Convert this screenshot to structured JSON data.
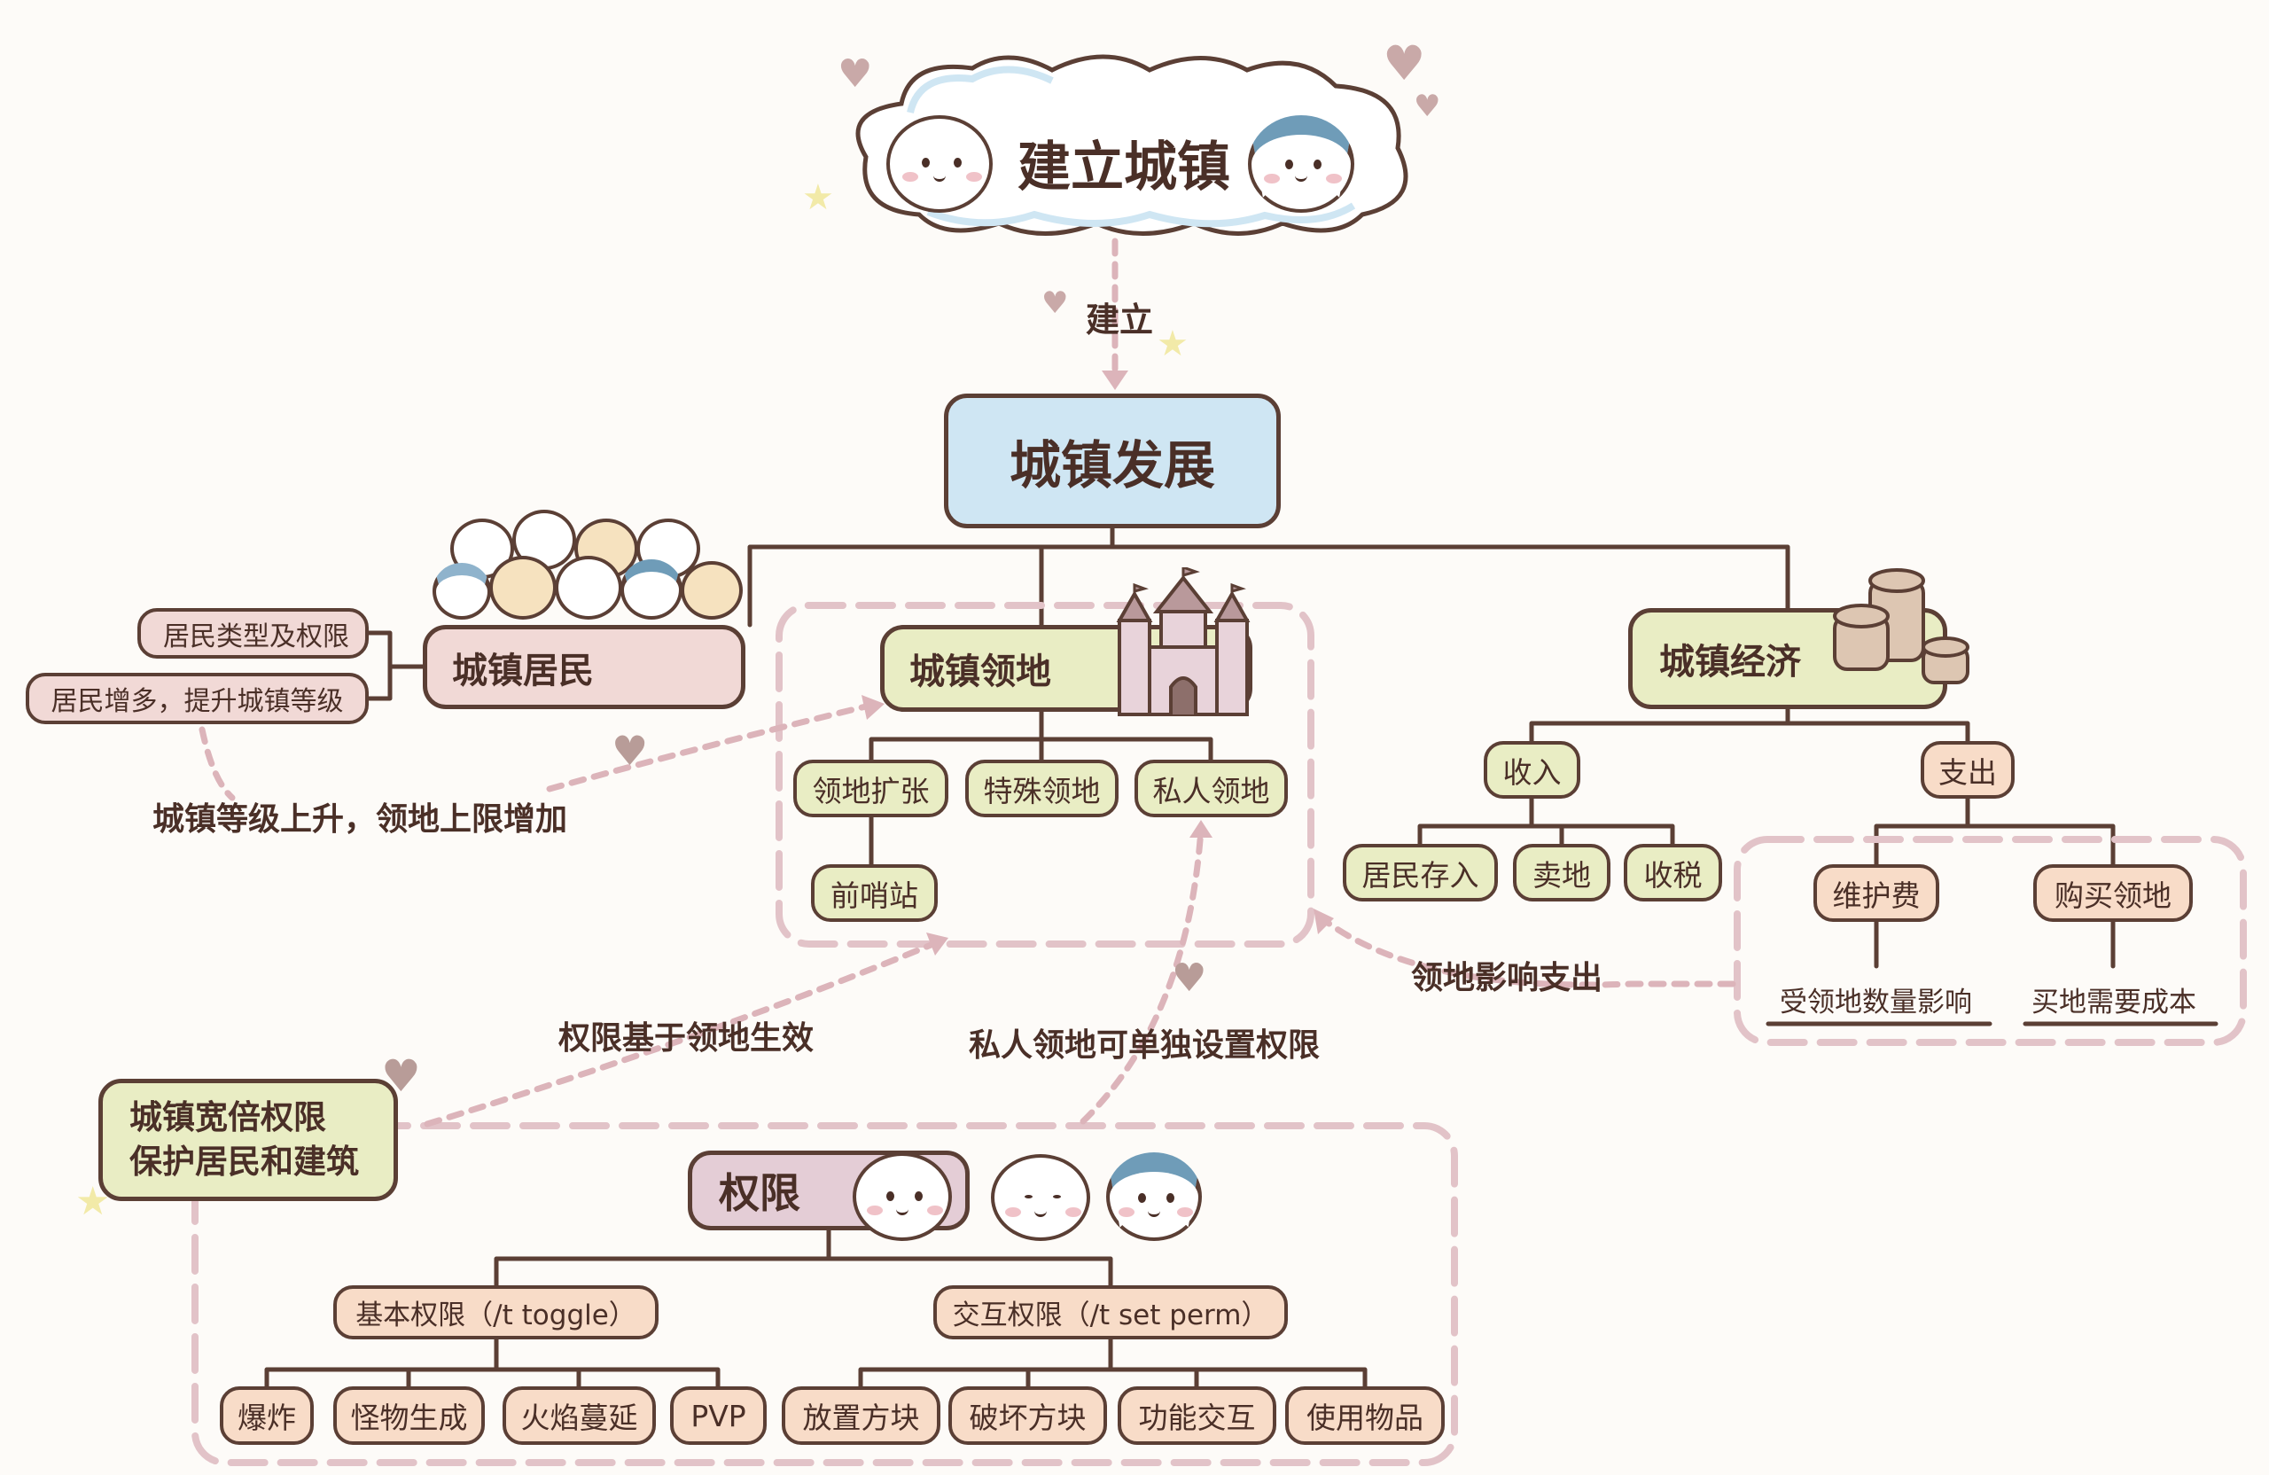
{
  "title": "建立城镇",
  "edge_label_build": "建立",
  "root": "城镇发展",
  "residents": {
    "title": "城镇居民",
    "items": [
      "居民类型及权限",
      "居民增多，提升城镇等级"
    ],
    "note": "城镇等级上升，领地上限增加"
  },
  "territory": {
    "title": "城镇领地",
    "children": [
      "领地扩张",
      "特殊领地",
      "私人领地"
    ],
    "grandchild": "前哨站"
  },
  "economy": {
    "title": "城镇经济",
    "income": {
      "title": "收入",
      "items": [
        "居民存入",
        "卖地",
        "收税"
      ]
    },
    "expense": {
      "title": "支出",
      "items": [
        {
          "label": "维护费",
          "note": "受领地数量影响"
        },
        {
          "label": "购买领地",
          "note": "买地需要成本"
        }
      ]
    },
    "territory_effect": "领地影响支出"
  },
  "permissions": {
    "callout": [
      "城镇宽倍权限",
      "保护居民和建筑"
    ],
    "title": "权限",
    "link_territory": "权限基于领地生效",
    "link_private": "私人领地可单独设置权限",
    "basic": {
      "title": "基本权限（/t toggle）",
      "items": [
        "爆炸",
        "怪物生成",
        "火焰蔓延",
        "PVP"
      ]
    },
    "interact": {
      "title": "交互权限（/t set perm）",
      "items": [
        "放置方块",
        "破坏方块",
        "功能交互",
        "使用物品"
      ]
    }
  },
  "colors": {
    "line": "#5b3f35",
    "dashed": "#e2c3c8",
    "text": "#4a2f27",
    "blue_node": "#cfe6f3",
    "green_node": "#e9edc4",
    "pink_node": "#f1d9d6",
    "peach_node": "#f8dcc8",
    "mauve_node": "#e4cdd6"
  },
  "icons": [
    "heart-icon",
    "star-icon",
    "castle-icon",
    "coins-icon",
    "bear-face-icon",
    "cat-face-icon"
  ]
}
